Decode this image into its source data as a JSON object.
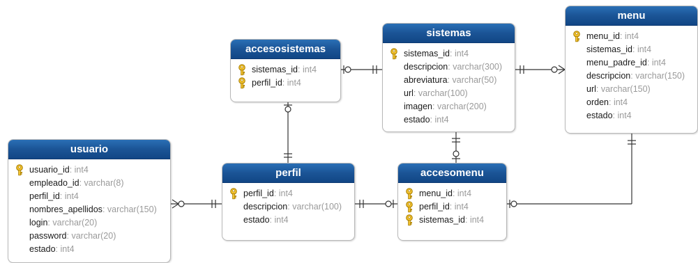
{
  "entities": {
    "usuario": {
      "name": "usuario",
      "fields": [
        {
          "name": "usuario_id",
          "type": "int4",
          "pk": true
        },
        {
          "name": "empleado_id",
          "type": "varchar(8)",
          "pk": false
        },
        {
          "name": "perfil_id",
          "type": "int4",
          "pk": false
        },
        {
          "name": "nombres_apellidos",
          "type": "varchar(150)",
          "pk": false
        },
        {
          "name": "login",
          "type": "varchar(20)",
          "pk": false
        },
        {
          "name": "password",
          "type": "varchar(20)",
          "pk": false
        },
        {
          "name": "estado",
          "type": "int4",
          "pk": false
        }
      ]
    },
    "accesosistemas": {
      "name": "accesosistemas",
      "fields": [
        {
          "name": "sistemas_id",
          "type": "int4",
          "pk": true
        },
        {
          "name": "perfil_id",
          "type": "int4",
          "pk": true
        }
      ]
    },
    "perfil": {
      "name": "perfil",
      "fields": [
        {
          "name": "perfil_id",
          "type": "int4",
          "pk": true
        },
        {
          "name": "descripcion",
          "type": "varchar(100)",
          "pk": false
        },
        {
          "name": "estado",
          "type": "int4",
          "pk": false
        }
      ]
    },
    "sistemas": {
      "name": "sistemas",
      "fields": [
        {
          "name": "sistemas_id",
          "type": "int4",
          "pk": true
        },
        {
          "name": "descripcion",
          "type": "varchar(300)",
          "pk": false
        },
        {
          "name": "abreviatura",
          "type": "varchar(50)",
          "pk": false
        },
        {
          "name": "url",
          "type": "varchar(100)",
          "pk": false
        },
        {
          "name": "imagen",
          "type": "varchar(200)",
          "pk": false
        },
        {
          "name": "estado",
          "type": "int4",
          "pk": false
        }
      ]
    },
    "accesomenu": {
      "name": "accesomenu",
      "fields": [
        {
          "name": "menu_id",
          "type": "int4",
          "pk": true
        },
        {
          "name": "perfil_id",
          "type": "int4",
          "pk": true
        },
        {
          "name": "sistemas_id",
          "type": "int4",
          "pk": true
        }
      ]
    },
    "menu": {
      "name": "menu",
      "fields": [
        {
          "name": "menu_id",
          "type": "int4",
          "pk": true
        },
        {
          "name": "sistemas_id",
          "type": "int4",
          "pk": false
        },
        {
          "name": "menu_padre_id",
          "type": "int4",
          "pk": false
        },
        {
          "name": "descripcion",
          "type": "varchar(150)",
          "pk": false
        },
        {
          "name": "url",
          "type": "varchar(150)",
          "pk": false
        },
        {
          "name": "orden",
          "type": "int4",
          "pk": false
        },
        {
          "name": "estado",
          "type": "int4",
          "pk": false
        }
      ]
    }
  },
  "relationships": [
    {
      "from": "usuario",
      "from_end": "zero-or-many",
      "to": "perfil",
      "to_end": "one"
    },
    {
      "from": "perfil",
      "from_end": "one",
      "to": "accesomenu",
      "to_end": "zero-or-one"
    },
    {
      "from": "perfil",
      "from_end": "one",
      "to": "accesosistemas",
      "to_end": "zero-or-one"
    },
    {
      "from": "accesosistemas",
      "from_end": "zero-or-one",
      "to": "sistemas",
      "to_end": "one"
    },
    {
      "from": "sistemas",
      "from_end": "one",
      "to": "menu",
      "to_end": "zero-or-many"
    },
    {
      "from": "sistemas",
      "from_end": "one",
      "to": "accesomenu",
      "to_end": "zero-or-one"
    },
    {
      "from": "menu",
      "from_end": "one",
      "to": "accesomenu",
      "to_end": "zero-or-one"
    }
  ],
  "colors": {
    "header": "#1b5496",
    "line": "#333333",
    "key": "#e8b923",
    "type_text": "#9a9a9a"
  }
}
